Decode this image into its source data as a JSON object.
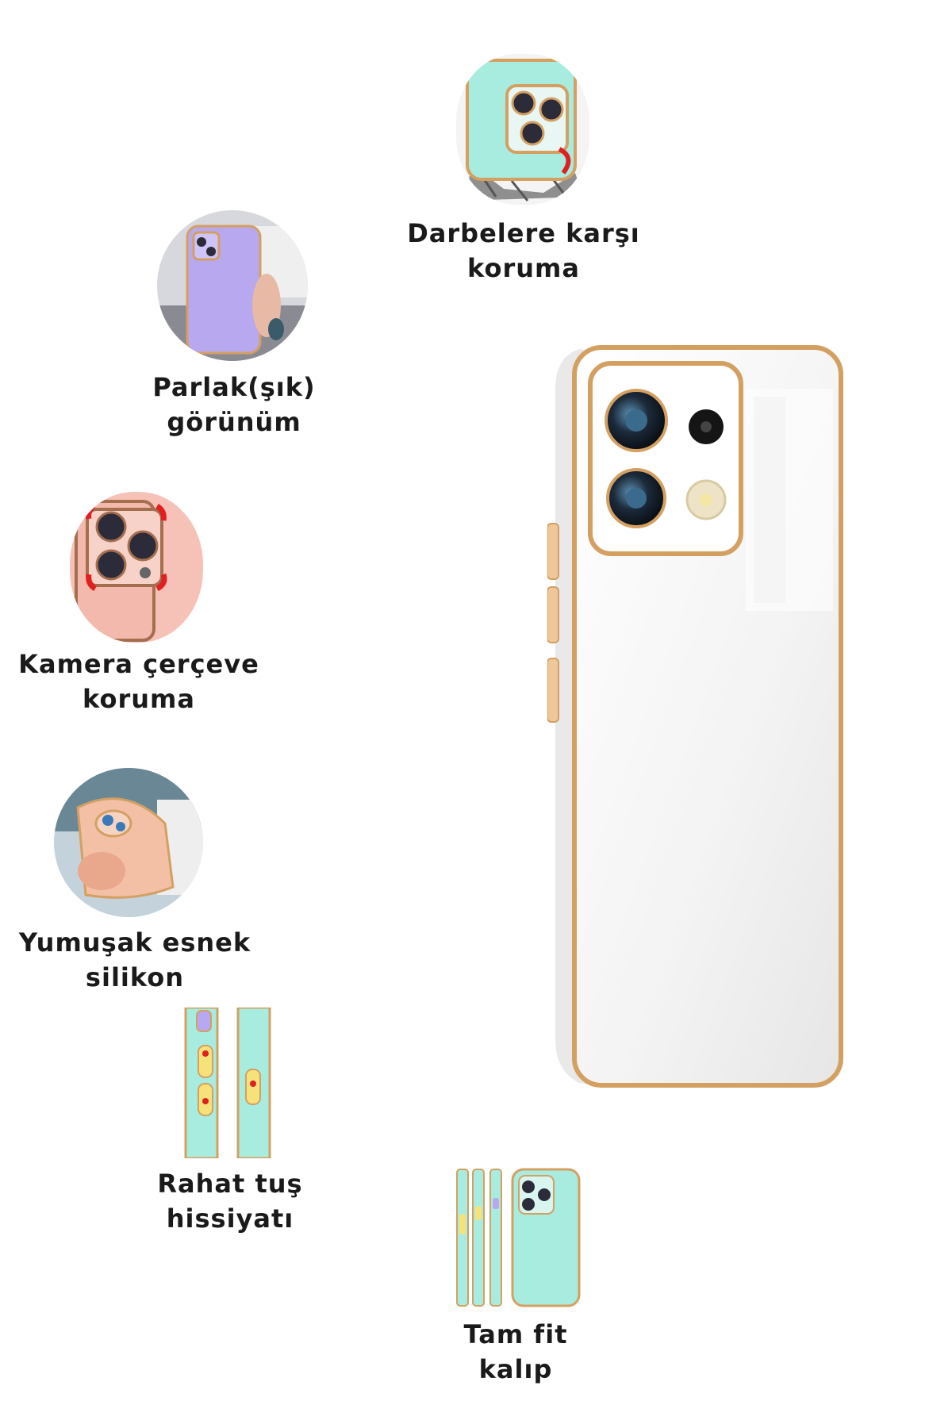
{
  "features": {
    "impact": {
      "line1": "Darbelere karşı",
      "line2": "koruma",
      "icon": "impact-protection-image"
    },
    "glossy": {
      "line1": "Parlak(şık)",
      "line2": "görünüm",
      "icon": "glossy-look-image"
    },
    "camera": {
      "line1": "Kamera çerçeve",
      "line2": "koruma",
      "icon": "camera-frame-protection-image"
    },
    "soft": {
      "line1": "Yumuşak esnek",
      "line2": "silikon",
      "icon": "soft-silicone-image"
    },
    "buttons": {
      "line1": "Rahat tuş",
      "line2": "hissiyatı",
      "icon": "button-feel-image"
    },
    "fit": {
      "line1": "Tam fit",
      "line2": "kalıp",
      "icon": "full-fit-mold-image"
    }
  },
  "product": {
    "icon": "white-phone-case-image"
  },
  "colors": {
    "gold": "#d4a062",
    "mint": "#a8ece0",
    "lavender": "#b7a8ef",
    "pink": "#f6c2b7",
    "white": "#ffffff"
  }
}
